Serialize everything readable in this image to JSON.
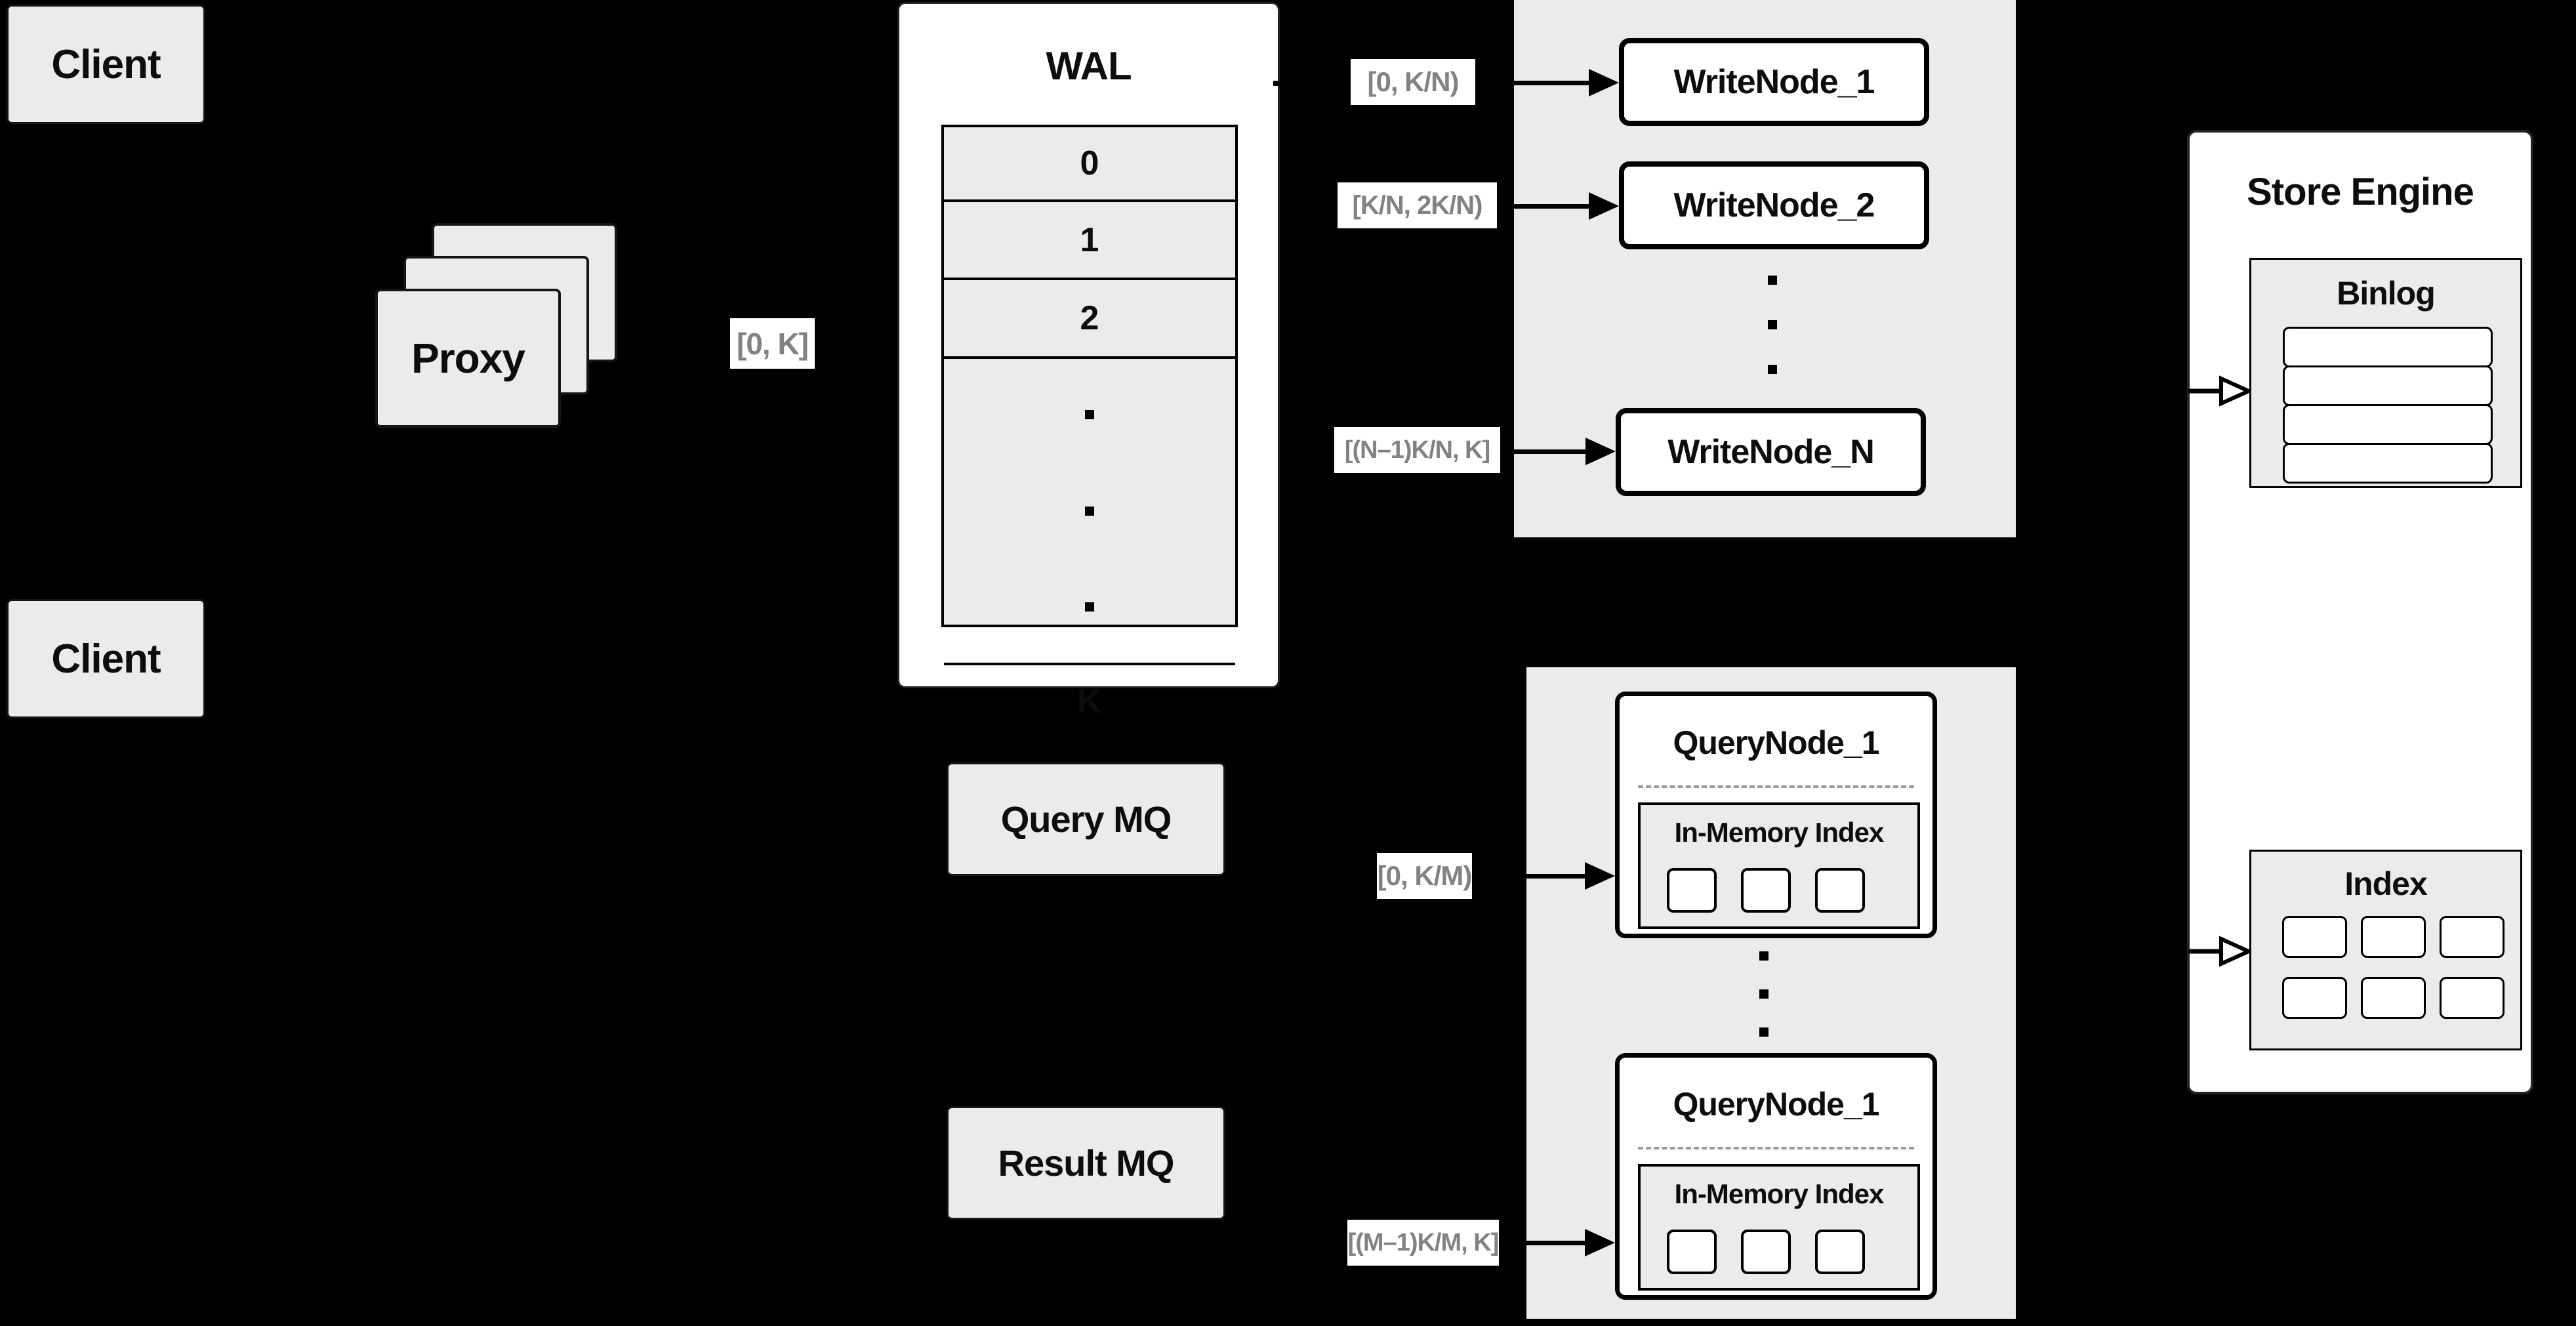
{
  "labels": {
    "client_top": "Client",
    "client_bottom": "Client",
    "proxy": "Proxy",
    "wal_title": "WAL",
    "wal_rows": [
      "0",
      "1",
      "2"
    ],
    "wal_last_row": "K",
    "query_mq": "Query MQ",
    "result_mq": "Result MQ",
    "store_engine_title": "Store Engine",
    "binlog_title": "Binlog",
    "index_title": "Index",
    "write_nodes": [
      "WriteNode_1",
      "WriteNode_2",
      "WriteNode_N"
    ],
    "query_nodes": [
      "QueryNode_1",
      "QueryNode_1"
    ],
    "in_memory_index": "In-Memory Index"
  },
  "range_labels": {
    "proxy_to_wal": "[0, K]",
    "wal_to_write_1": "[0,  K/N)",
    "wal_to_write_2": "[K/N, 2K/N)",
    "wal_to_write_n": "[(N–1)K/N,  K]",
    "mq_to_query_1": "[0, K/M)",
    "mq_to_query_m": "[(M–1)K/M, K]"
  },
  "counts": {
    "proxy_cards": 3,
    "binlog_rows": 4,
    "index_cells": 6,
    "memory_cells_per_node": 3,
    "ellipsis_dots": 3
  },
  "colors": {
    "background": "#000000",
    "box_fill": "#ebebeb",
    "node_fill": "#ffffff",
    "border": "#000000",
    "range_label_text": "#828282",
    "dashed_divider": "#9a9a9a"
  }
}
